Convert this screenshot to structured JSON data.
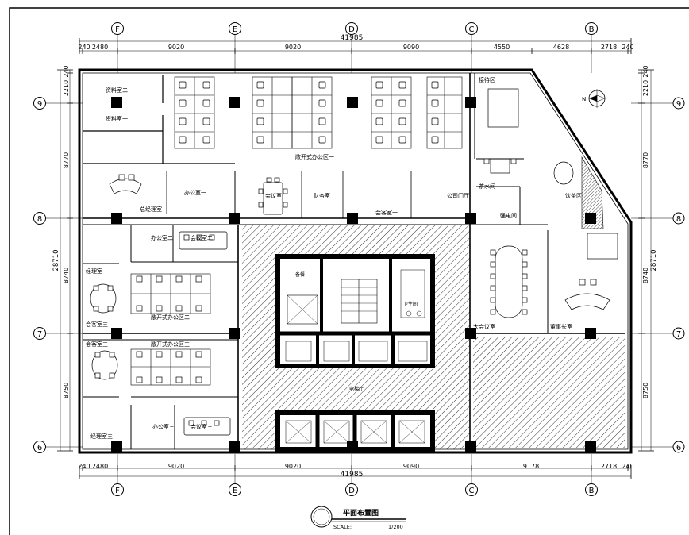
{
  "axes": {
    "top": [
      "F",
      "E",
      "D",
      "C",
      "B"
    ],
    "bottom": [
      "F",
      "E",
      "D",
      "C",
      "B"
    ],
    "left": [
      "9",
      "8",
      "7",
      "6"
    ],
    "right": [
      "9",
      "8",
      "7",
      "6"
    ]
  },
  "dims": {
    "top_total": "41985",
    "top_segments": [
      "240",
      "2480",
      "9020",
      "9020",
      "9090",
      "4550",
      "4628",
      "2718",
      "240"
    ],
    "bottom_total": "41985",
    "bottom_segments": [
      "240",
      "2480",
      "9020",
      "9020",
      "9090",
      "9178",
      "2718",
      "240"
    ],
    "left_total": "28710",
    "left_segments": [
      "240",
      "2210",
      "8770",
      "8740",
      "8750"
    ],
    "right_total": "28710",
    "right_segments": [
      "240",
      "2210",
      "8770",
      "8740",
      "8750"
    ]
  },
  "rooms": {
    "archive2": "资料室二",
    "archive1": "资料室一",
    "gm_office": "总经理室",
    "open_office1": "敞开式办公区一",
    "office1": "办公室一",
    "meeting_room": "会议室",
    "finance": "财务室",
    "reception1": "会客室一",
    "company_gate": "公司门厅",
    "reception_area": "接待区",
    "tea_room": "茶水间",
    "tea_area": "饮茶区",
    "office2": "办公室二",
    "meeting2": "会议室二",
    "manager_room": "经理室",
    "open_office2": "敞开式办公区二",
    "reception_room3": "会客室三",
    "open_office3": "敞开式办公区三",
    "office3": "办公室三",
    "meeting3": "会议室三",
    "manager3": "经理室三",
    "large_meeting": "大会议室",
    "chairman": "董事长室",
    "elevator_hall": "电梯厅",
    "electric": "强电间",
    "pantry": "备餐",
    "toilet": "卫生间"
  },
  "title": {
    "name": "平面布置图",
    "scale_label": "SCALE:",
    "scale_value": "1/200"
  },
  "north_label": "N"
}
